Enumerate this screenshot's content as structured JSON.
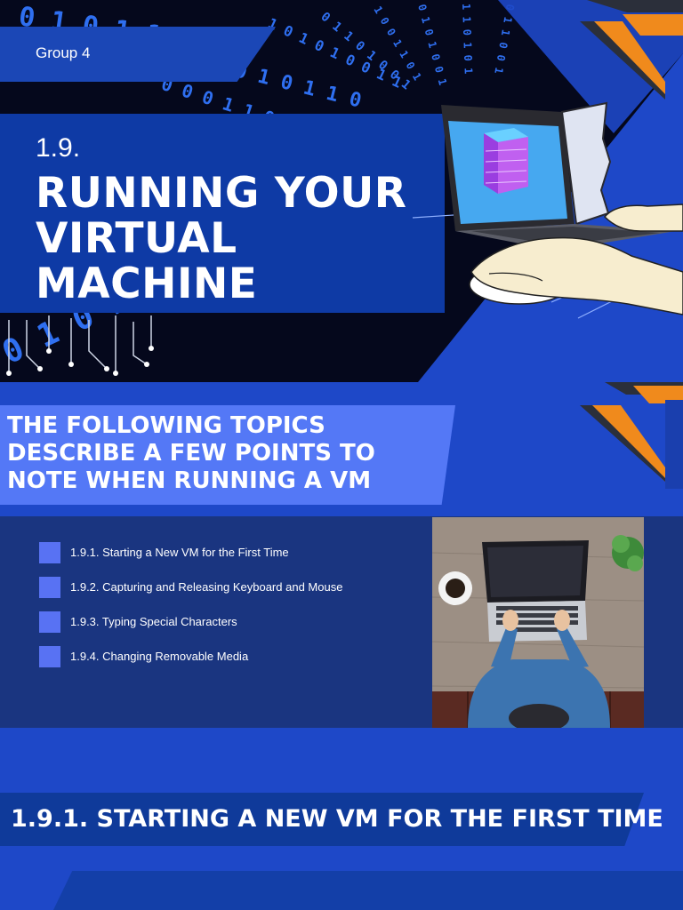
{
  "header": {
    "group_label": "Group 4",
    "section_number": "1.9.",
    "title": "Running your virtual machine"
  },
  "topics": {
    "heading": "The following topics describe a few points to note when running a VM",
    "items": [
      {
        "label": "1.9.1. Starting a New VM for the First Time"
      },
      {
        "label": "1.9.2. Capturing and Releasing Keyboard and Mouse"
      },
      {
        "label": "1.9.3. Typing Special Characters"
      },
      {
        "label": "1.9.4. Changing Removable Media"
      }
    ]
  },
  "section": {
    "heading": "1.9.1. Starting a new VM for the first time"
  },
  "colors": {
    "page_blue": "#1e48c8",
    "dark_navy": "#05081c",
    "accent_orange": "#f08a1c",
    "banner_blue": "#5478f6",
    "panel_navy": "#1a3580",
    "bullet_blue": "#5872f3"
  }
}
